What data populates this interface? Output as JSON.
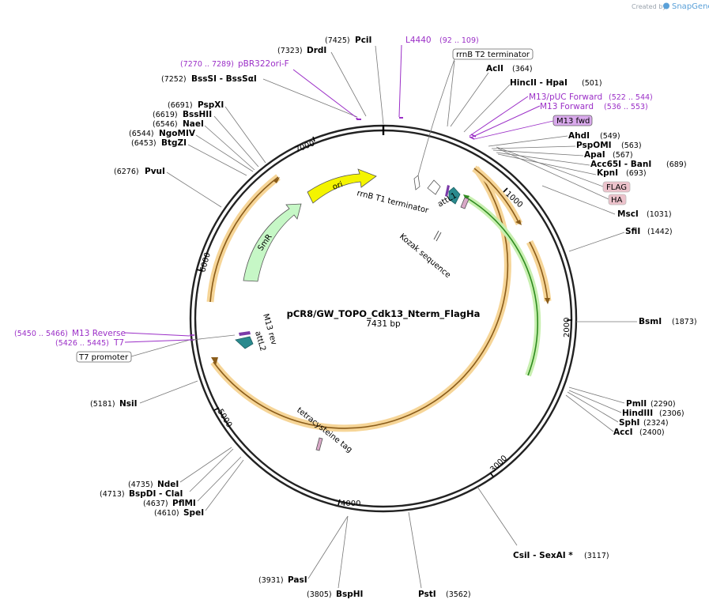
{
  "credit": {
    "prefix": "Created by",
    "brand": "SnapGene"
  },
  "plasmid": {
    "name": "pCR8/GW_TOPO_Cdk13_Nterm_FlagHa",
    "size": "7431 bp"
  },
  "ticks": [
    "1000",
    "2000",
    "3000",
    "4000",
    "5000",
    "6000",
    "7000"
  ],
  "enzymes": [
    {
      "name": "PciI",
      "pos": "(7425)"
    },
    {
      "name": "DrdI",
      "pos": "(7323)"
    },
    {
      "name": "BssSI - BssSαI",
      "pos": "(7252)"
    },
    {
      "name": "PspXI",
      "pos": "(6691)"
    },
    {
      "name": "BssHII",
      "pos": "(6619)"
    },
    {
      "name": "NaeI",
      "pos": "(6546)"
    },
    {
      "name": "NgoMIV",
      "pos": "(6544)"
    },
    {
      "name": "BtgZI",
      "pos": "(6453)"
    },
    {
      "name": "PvuI",
      "pos": "(6276)"
    },
    {
      "name": "AclI",
      "pos": "(364)"
    },
    {
      "name": "HincII - HpaI",
      "pos": "(501)"
    },
    {
      "name": "AhdI",
      "pos": "(549)"
    },
    {
      "name": "PspOMI",
      "pos": "(563)"
    },
    {
      "name": "ApaI",
      "pos": "(567)"
    },
    {
      "name": "Acc65I - BanI",
      "pos": "(689)"
    },
    {
      "name": "KpnI",
      "pos": "(693)"
    },
    {
      "name": "MscI",
      "pos": "(1031)"
    },
    {
      "name": "SfiI",
      "pos": "(1442)"
    },
    {
      "name": "BsmI",
      "pos": "(1873)"
    },
    {
      "name": "PmlI",
      "pos": "(2290)"
    },
    {
      "name": "HindIII",
      "pos": "(2306)"
    },
    {
      "name": "SphI",
      "pos": "(2324)"
    },
    {
      "name": "AccI",
      "pos": "(2400)"
    },
    {
      "name": "CsiI - SexAI *",
      "pos": "(3117)"
    },
    {
      "name": "PstI",
      "pos": "(3562)"
    },
    {
      "name": "BspHI",
      "pos": "(3805)"
    },
    {
      "name": "PasI",
      "pos": "(3931)"
    },
    {
      "name": "NdeI",
      "pos": "(4735)"
    },
    {
      "name": "BspDI - ClaI",
      "pos": "(4713)"
    },
    {
      "name": "PflMI",
      "pos": "(4637)"
    },
    {
      "name": "SpeI",
      "pos": "(4610)"
    },
    {
      "name": "NsiI",
      "pos": "(5181)"
    }
  ],
  "primers": [
    {
      "name": "L4440",
      "pos": "(92 .. 109)"
    },
    {
      "name": "pBR322ori-F",
      "pos": "(7270 .. 7289)"
    },
    {
      "name": "M13/pUC Forward",
      "pos": "(522 .. 544)"
    },
    {
      "name": "M13 Forward",
      "pos": "(536 .. 553)"
    },
    {
      "name": "M13 Reverse",
      "pos": "(5450 .. 5466)"
    },
    {
      "name": "T7",
      "pos": "(5426 .. 5445)"
    }
  ],
  "boxed": {
    "rrnb_t2": "rrnB T2 terminator",
    "m13_fwd": "M13 fwd",
    "flag": "FLAG",
    "ha": "HA",
    "t7_promoter": "T7 promoter"
  },
  "features": {
    "ori": "ori",
    "smr": "SmR",
    "rrnb_t1": "rrnB T1 terminator",
    "attl1": "attL1",
    "kozak": "Kozak sequence",
    "m13_rev": "M13 rev",
    "attl2": "attL2",
    "tetracysteine": "tetracysteine tag"
  },
  "colors": {
    "backbone": "#222222",
    "orange_orf": "#f3c76f",
    "orange_orf_line": "#8a5c1a",
    "green_orf": "#2e8b1f",
    "green_orf_fill": "#c8efb0",
    "ori": "#f4f400",
    "smr": "#c6f7c6",
    "attl": "#2a8a8e",
    "primer": "#9b2fc7",
    "m13fwd_fill": "#d9a9ec",
    "flag_fill": "#ecc2cb"
  }
}
